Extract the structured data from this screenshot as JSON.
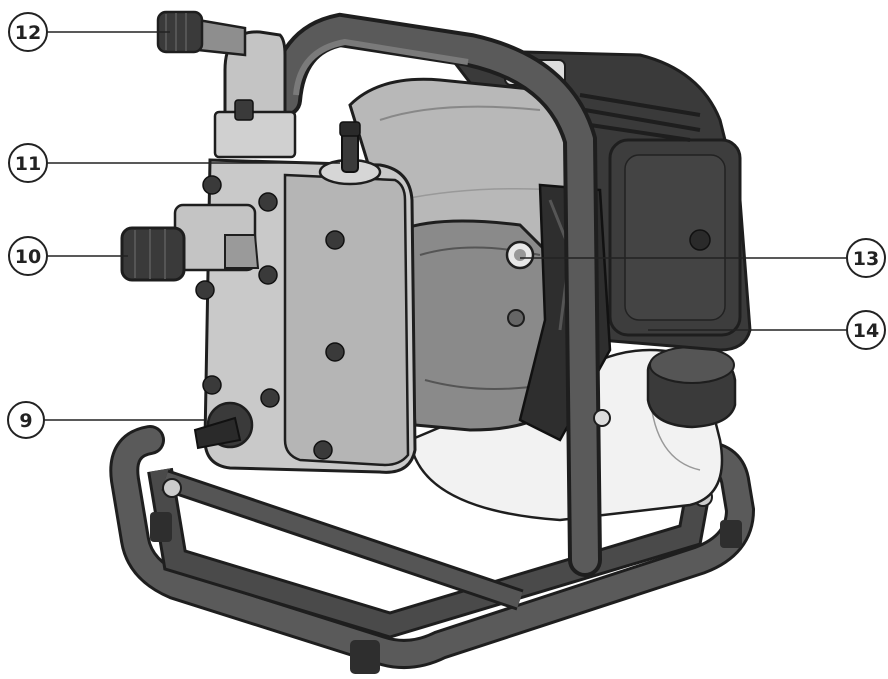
{
  "figure": {
    "subject": "water-pump",
    "colors": {
      "frame": "#5a5a5a",
      "frame_dark": "#2e2e2e",
      "pump_body": "#c9c9c9",
      "engine_shell": "#b8b8b8",
      "engine_dark": "#3a3a3a",
      "tank": "#f2f2f2",
      "outline": "#1e1e1e"
    },
    "callouts": [
      {
        "id": "12",
        "label": "12"
      },
      {
        "id": "11",
        "label": "11"
      },
      {
        "id": "10",
        "label": "10"
      },
      {
        "id": "9",
        "label": "9"
      },
      {
        "id": "13",
        "label": "13"
      },
      {
        "id": "14",
        "label": "14"
      }
    ]
  }
}
